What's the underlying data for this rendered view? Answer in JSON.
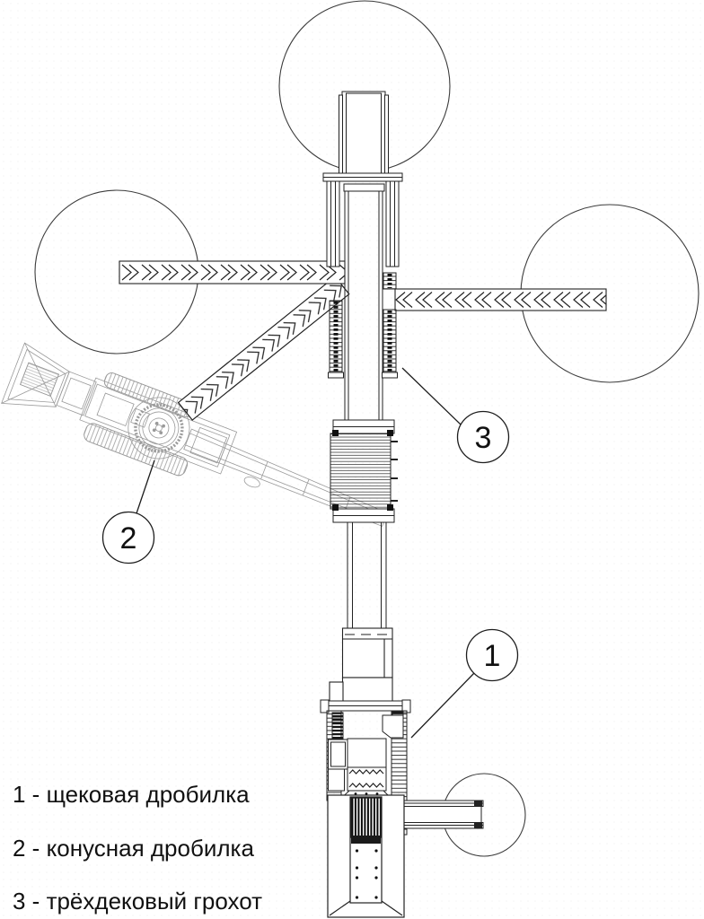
{
  "drawing": {
    "type": "crushing-plant-layout-plan-view",
    "colors": {
      "line": "#222222",
      "dark_fill": "#111111",
      "machine_gray": "#9a9a9a",
      "background": "#ffffff"
    },
    "callouts": [
      {
        "number": "1",
        "target": "jaw-crusher"
      },
      {
        "number": "2",
        "target": "cone-crusher"
      },
      {
        "number": "3",
        "target": "three-deck-screen"
      }
    ],
    "legend": {
      "line1": "1 - щековая дробилка",
      "line2": "2 - конусная дробилка",
      "line3": "3 - трёхдековый грохот"
    }
  }
}
